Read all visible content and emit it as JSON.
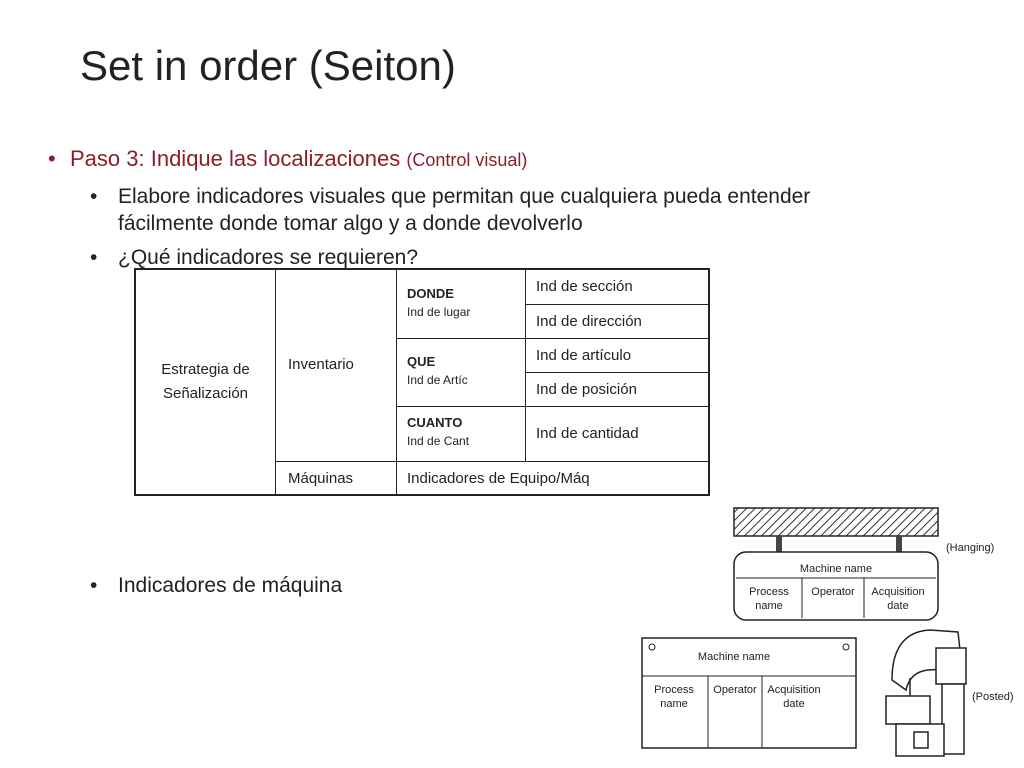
{
  "slide": {
    "title": "Set in order (Seiton)",
    "step": {
      "main": "Paso 3: Indique las localizaciones",
      "note": "(Control visual)"
    },
    "bullets": [
      "Elabore indicadores visuales que permitan que cualquiera pueda entender fácilmente donde tomar algo y a donde devolverlo",
      "¿Qué indicadores se requieren?",
      "Indicadores de máquina"
    ]
  },
  "table": {
    "strategy": "Estrategia de Señalización",
    "inventory": "Inventario",
    "machines": "Máquinas",
    "groups": [
      {
        "head": "DONDE",
        "sub": "Ind de lugar",
        "items": [
          "Ind de sección",
          "Ind de dirección"
        ]
      },
      {
        "head": "QUE",
        "sub": "Ind de Artíc",
        "items": [
          "Ind de artículo",
          "Ind de posición"
        ]
      },
      {
        "head": "CUANTO",
        "sub": "Ind de Cant",
        "items": [
          "Ind de cantidad"
        ]
      }
    ],
    "machine_indicator": "Indicadores de Equipo/Máq"
  },
  "figure": {
    "hanging_label": "(Hanging)",
    "posted_label": "(Posted)",
    "machine_name": "Machine name",
    "process_name": "Process name",
    "operator": "Operator",
    "acquisition_date": "Acquisition date"
  }
}
